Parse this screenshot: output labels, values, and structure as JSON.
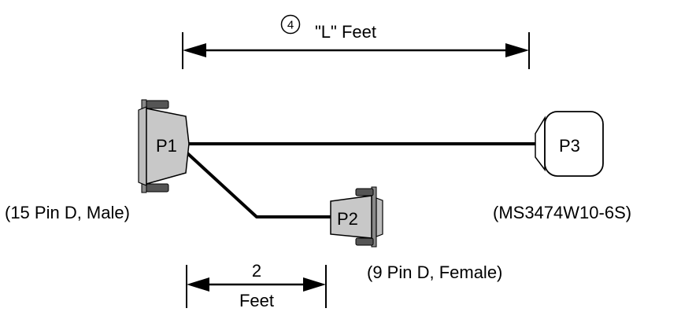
{
  "colors": {
    "connector_fill": "#c8c8c8",
    "connector_dark": "#9a9a9a",
    "line": "#000000",
    "background": "#ffffff"
  },
  "callout": {
    "number": "4",
    "text": "\"L\" Feet"
  },
  "dimension_short": {
    "value": "2",
    "unit": "Feet"
  },
  "connectors": {
    "p1": {
      "label": "P1",
      "description": "(15 Pin D, Male)"
    },
    "p2": {
      "label": "P2",
      "description": "(9 Pin D, Female)"
    },
    "p3": {
      "label": "P3",
      "description": "(MS3474W10-6S)"
    }
  }
}
